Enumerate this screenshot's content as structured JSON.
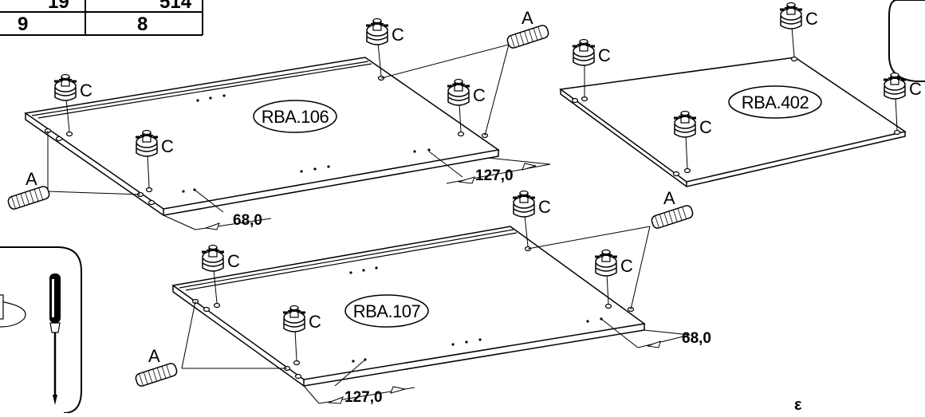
{
  "table": {
    "row1": [
      "19",
      "514"
    ],
    "row2": [
      "9",
      "8"
    ]
  },
  "panels": [
    {
      "id": "rba106",
      "label": "RBA.106"
    },
    {
      "id": "rba402",
      "label": "RBA.402"
    },
    {
      "id": "rba107",
      "label": "RBA.107"
    }
  ],
  "part_labels": {
    "cam": "C",
    "dowel": "A"
  },
  "dimensions": {
    "rba106_long": "127,0",
    "rba106_short": "68,0",
    "rba107_long": "127,0",
    "rba107_short": "68,0"
  },
  "page_mark": "ε",
  "icons": [
    "cam-lock-icon",
    "dowel-icon",
    "screwdriver-icon"
  ]
}
